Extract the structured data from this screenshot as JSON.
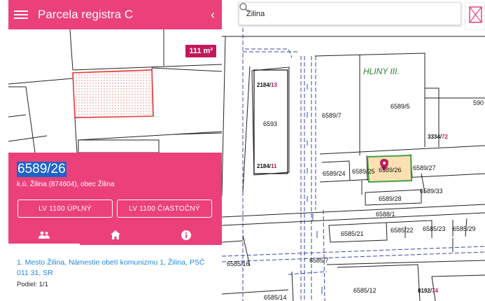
{
  "panel": {
    "title": "Parcela registra C",
    "area_badge": "111 m²",
    "parcel_number": "6589/26",
    "location": "k.ú. Žilina (874604), obec Žilina",
    "buttons": {
      "lv_full": "LV 1100 ÚPLNÝ",
      "lv_partial": "LV 1100 ČIASTOČNÝ"
    },
    "tabs": [
      {
        "icon": "people-icon",
        "active": true
      },
      {
        "icon": "home-icon",
        "active": false
      },
      {
        "icon": "info-icon",
        "active": false
      }
    ],
    "owner": {
      "name": "1. Mesto Žilina, Námestie obetí komunizmu 1, Žilina, PSČ 011 31, SR",
      "share": "Podiel: 1/1"
    }
  },
  "search": {
    "value": "Žilina"
  },
  "map": {
    "district_label": "HLINY III.",
    "parcels": {
      "p2184_13": {
        "main": "2184/",
        "sub": "13"
      },
      "p6593": "6593",
      "p2184_11": {
        "main": "2184/",
        "sub": "11"
      },
      "p6589_7": "6589/7",
      "p6589_5": "6589/5",
      "p3334_72": {
        "main": "3334/",
        "sub": "72"
      },
      "p590": "590",
      "p6589_24": "6589/24",
      "p6589_25": "6589/25",
      "p6589_26": "6589/26",
      "p6589_27": "6589/27",
      "p6589_33": "6589/33",
      "p6589_28": "6589/28",
      "p6588_1": "6588/1",
      "p6585_21": "6585/21",
      "p6585_22": "6585/22",
      "p6585_23": "6585/23",
      "p6585_29": "6585/29",
      "p6585_16": "6585/16",
      "p6585_7": "6585/7",
      "p6585_12": "6585/12",
      "p8192_74": {
        "main": "8192/",
        "sub": "74"
      },
      "p6585_14": "6585/14"
    }
  },
  "colors": {
    "accent": "#ec407a",
    "badge": "#c2185b",
    "selection": "#1e64c8",
    "link": "#1e88e5"
  }
}
